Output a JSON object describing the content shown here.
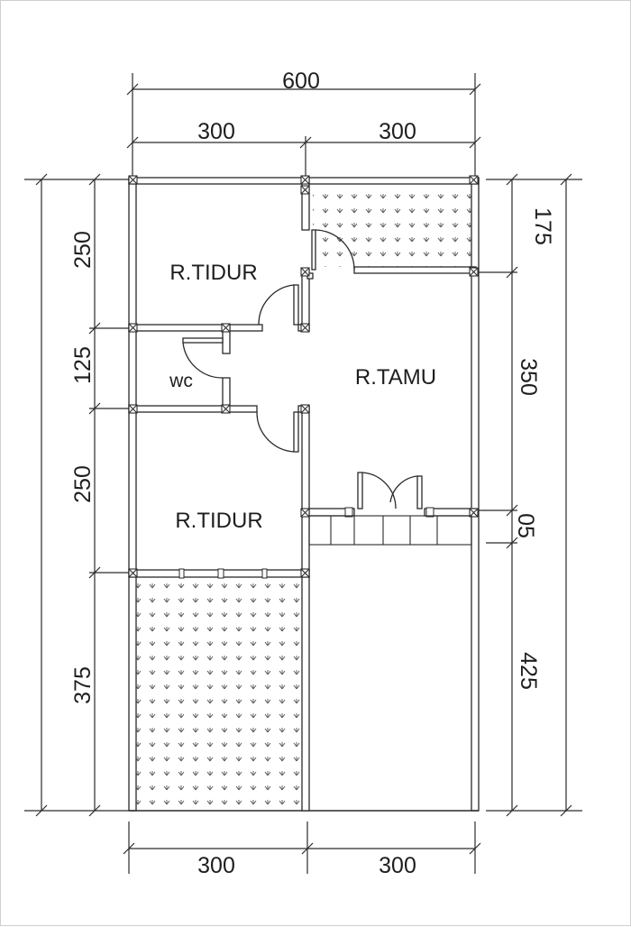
{
  "plan": {
    "dimensions": {
      "top_total": "600",
      "top_left": "300",
      "top_right": "300",
      "bottom_left": "300",
      "bottom_right": "300",
      "left_1": "250",
      "left_2": "125",
      "left_3": "250",
      "left_4": "375",
      "right_1": "175",
      "right_2": "350",
      "right_3": "05",
      "right_4": "425"
    },
    "rooms": {
      "bedroom_top": "R.TIDUR",
      "wc": "wc",
      "living_room": "R.TAMU",
      "bedroom_bottom": "R.TIDUR"
    },
    "colors": {
      "line": "#2a2a2a",
      "background": "#ffffff",
      "hatch": "#555555"
    }
  }
}
